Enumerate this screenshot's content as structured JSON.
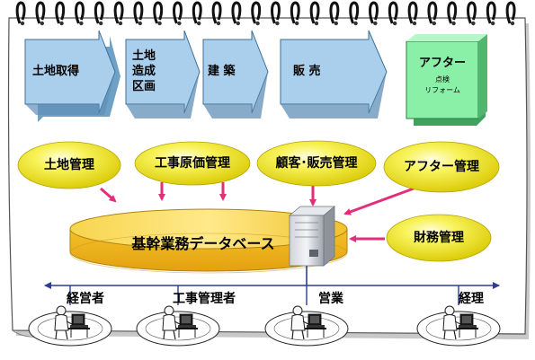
{
  "process_steps": [
    {
      "id": "land-acquisition",
      "lines": [
        "土地取得"
      ]
    },
    {
      "id": "land-development",
      "lines": [
        "土地",
        "造成",
        "区画"
      ]
    },
    {
      "id": "construction",
      "lines": [
        "建 築"
      ]
    },
    {
      "id": "sales",
      "lines": [
        "販 売"
      ]
    },
    {
      "id": "after-service",
      "lines": [
        "アフター"
      ],
      "sublines": [
        "点検",
        "リフォーム"
      ]
    }
  ],
  "management_modules": [
    {
      "id": "land-management",
      "label": "土地管理"
    },
    {
      "id": "construction-cost",
      "label": "工事原価管理"
    },
    {
      "id": "customer-sales",
      "label": "顧客･販売管理"
    },
    {
      "id": "after-management",
      "label": "アフター管理"
    },
    {
      "id": "financial-management",
      "label": "財務管理"
    }
  ],
  "database": {
    "label": "基幹業務データベース",
    "icon": "server-icon"
  },
  "users": [
    {
      "id": "executive",
      "label": "経営者",
      "icon": "person-at-computer-icon"
    },
    {
      "id": "construction-manager",
      "label": "工事管理者",
      "icon": "person-at-computer-icon"
    },
    {
      "id": "sales",
      "label": "営業",
      "icon": "person-at-computer-icon"
    },
    {
      "id": "accounting",
      "label": "経理",
      "icon": "person-at-computer-icon"
    }
  ],
  "colors": {
    "process_box": "#a9cfec",
    "after_box": "#8af0a8",
    "ellipse": "#f4ef2e",
    "database": "#f5c62c",
    "arrow": "#e0307a",
    "network": "#2e3f8f"
  }
}
